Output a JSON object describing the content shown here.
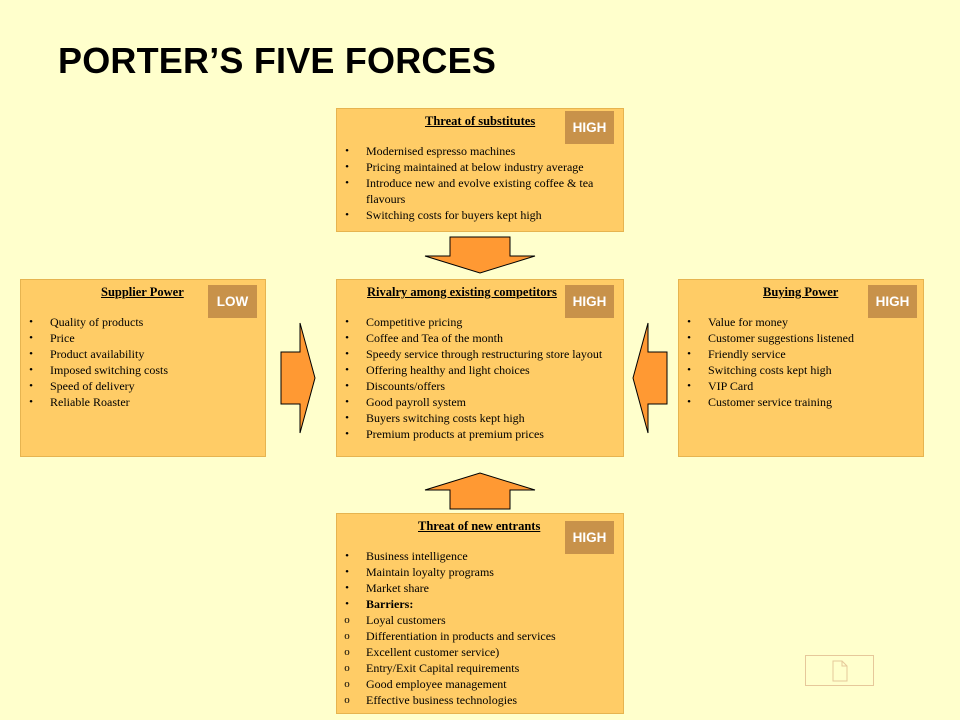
{
  "title": "PORTER’S FIVE FORCES",
  "colors": {
    "background": "#ffffcc",
    "box_fill": "#ffcc66",
    "badge_fill": "#c8924a",
    "arrow_fill": "#ff9933"
  },
  "threat_of_substitutes": {
    "title": "Threat of substitutes",
    "rating": "HIGH",
    "items": [
      {
        "bullet": "•",
        "text": "Modernised espresso machines"
      },
      {
        "bullet": "•",
        "text": "Pricing maintained at below industry average"
      },
      {
        "bullet": "•",
        "text": "Introduce new and evolve existing coffee & tea flavours"
      },
      {
        "bullet": "•",
        "text": "Switching costs for buyers kept high"
      }
    ]
  },
  "supplier_power": {
    "title": "Supplier Power",
    "rating": "LOW",
    "items": [
      {
        "bullet": "•",
        "text": "Quality of products"
      },
      {
        "bullet": "•",
        "text": "Price"
      },
      {
        "bullet": "•",
        "text": "Product availability"
      },
      {
        "bullet": "•",
        "text": "Imposed switching costs"
      },
      {
        "bullet": "•",
        "text": "Speed of delivery"
      },
      {
        "bullet": "•",
        "text": "Reliable Roaster"
      }
    ]
  },
  "rivalry": {
    "title": "Rivalry among existing competitors",
    "rating": "HIGH",
    "items": [
      {
        "bullet": "•",
        "text": "Competitive pricing"
      },
      {
        "bullet": "•",
        "text": "Coffee and Tea of the month"
      },
      {
        "bullet": "•",
        "text": "Speedy service through restructuring store layout"
      },
      {
        "bullet": "•",
        "text": "Offering healthy and light choices"
      },
      {
        "bullet": "•",
        "text": "Discounts/offers"
      },
      {
        "bullet": "•",
        "text": "Good payroll system"
      },
      {
        "bullet": "•",
        "text": "Buyers switching costs kept high"
      },
      {
        "bullet": "•",
        "text": "Premium products at premium prices"
      }
    ]
  },
  "buying_power": {
    "title": "Buying Power",
    "rating": "HIGH",
    "items": [
      {
        "bullet": "•",
        "text": "Value for money"
      },
      {
        "bullet": "•",
        "text": "Customer suggestions listened"
      },
      {
        "bullet": "•",
        "text": "Friendly service"
      },
      {
        "bullet": "•",
        "text": "Switching costs kept high"
      },
      {
        "bullet": "•",
        "text": "VIP Card"
      },
      {
        "bullet": "•",
        "text": "Customer service training"
      }
    ]
  },
  "threat_of_new_entrants": {
    "title": "Threat of new entrants",
    "rating": "HIGH",
    "items": [
      {
        "bullet": "•",
        "text": "Business intelligence"
      },
      {
        "bullet": "•",
        "text": "Maintain loyalty programs"
      },
      {
        "bullet": "•",
        "text": "Market share"
      },
      {
        "bullet": "•",
        "text": "Barriers:",
        "bold": true
      },
      {
        "bullet": "o",
        "text": "Loyal customers"
      },
      {
        "bullet": "o",
        "text": "Differentiation in products and services"
      },
      {
        "bullet": "o",
        "text": "Excellent customer service)"
      },
      {
        "bullet": "o",
        "text": "Entry/Exit Capital requirements"
      },
      {
        "bullet": "o",
        "text": "Good employee management"
      },
      {
        "bullet": "o",
        "text": "Effective business technologies"
      }
    ]
  }
}
